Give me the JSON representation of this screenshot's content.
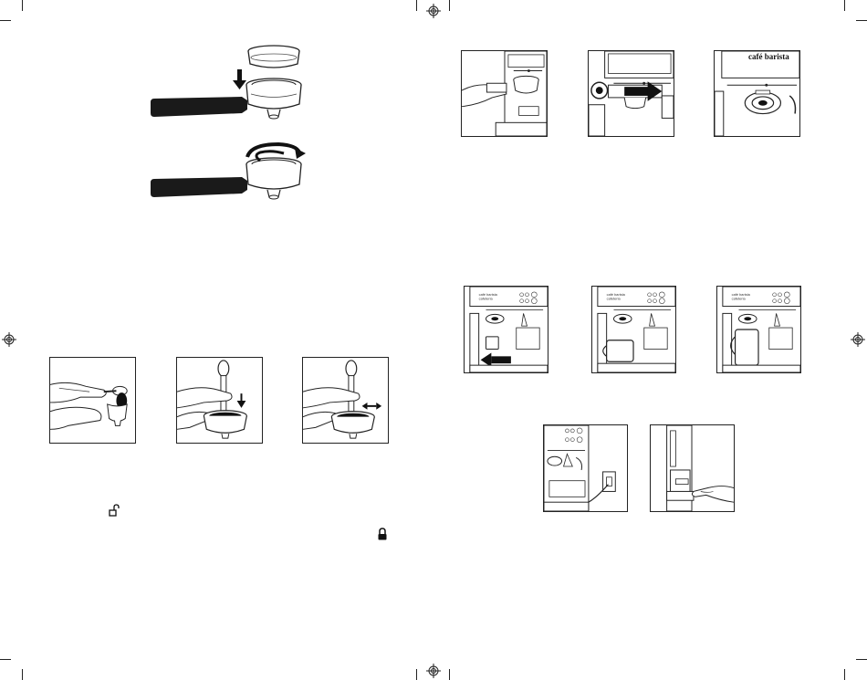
{
  "page": {
    "brand_label": "café barista",
    "icons": {
      "registration_mark": "registration-mark-icon",
      "unlock": "unlock-icon",
      "lock": "lock-icon",
      "arrow_down": "arrow-down-icon",
      "rotate": "rotate-arrow-icon",
      "arrow_left": "arrow-left-icon",
      "arrow_right": "arrow-right-icon",
      "double_arrow": "double-arrow-icon"
    },
    "figures": {
      "left": [
        "portafilter-insert-filter",
        "portafilter-lock-filter",
        "scoop-coffee-into-filter",
        "tamp-coffee-down",
        "tamp-coffee-level"
      ],
      "right": [
        "insert-portafilter-into-machine",
        "slide-portafilter-right",
        "portafilter-locked-in-place",
        "small-cup-under-spout",
        "medium-cup-under-spout",
        "large-mug-under-spout",
        "plug-into-wall-outlet",
        "remove-drip-tray"
      ]
    },
    "colors": {
      "ink": "#222222",
      "handle": "#1a1a1a",
      "paper": "#ffffff"
    }
  }
}
